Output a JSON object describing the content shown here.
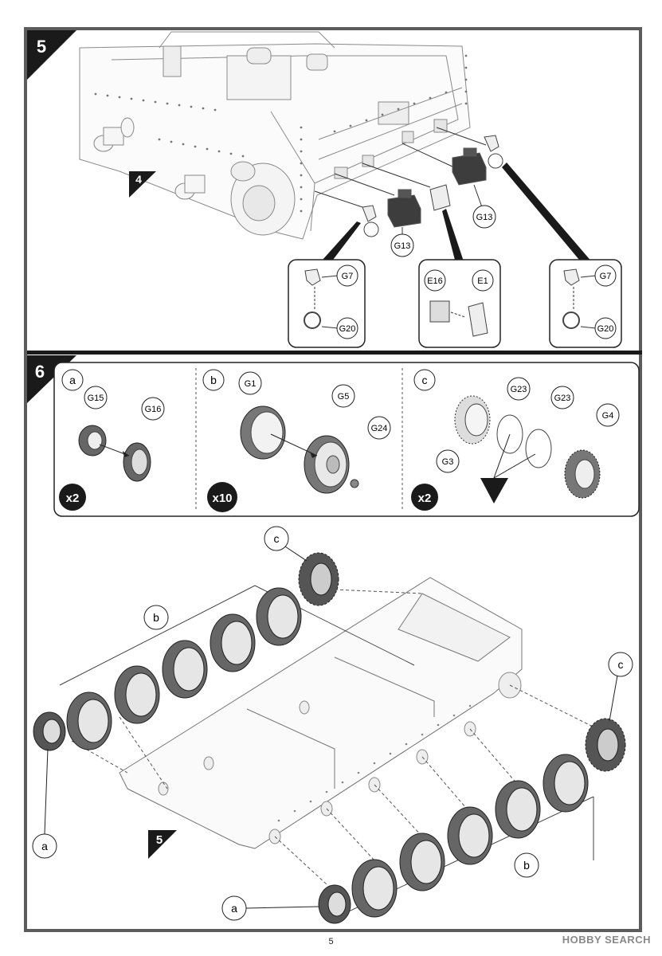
{
  "page_number": "5",
  "watermark": {
    "brand": "HOBBY SEARCH"
  },
  "step5": {
    "step_number": "5",
    "ref_arrow_label": "4",
    "callouts": {
      "g13_left": "G13",
      "g13_right": "G13",
      "left_box": {
        "top": "G7",
        "bottom": "G20"
      },
      "middle_box": {
        "left": "E16",
        "right": "E1"
      },
      "right_box": {
        "top": "G7",
        "bottom": "G20"
      }
    }
  },
  "step6": {
    "step_number": "6",
    "panel_a": {
      "letter": "a",
      "parts": [
        "G15",
        "G16"
      ],
      "multiplier": "x2"
    },
    "panel_b": {
      "letter": "b",
      "parts": [
        "G1",
        "G5",
        "G24"
      ],
      "multiplier": "x10"
    },
    "panel_c": {
      "letter": "c",
      "parts": [
        "G23",
        "G23",
        "G4",
        "G3"
      ],
      "multiplier": "x2"
    },
    "hull_labels": {
      "c_top": "c",
      "b_top": "b",
      "c_right": "c",
      "a_left": "a",
      "a_bottom": "a",
      "b_bottom": "b",
      "ref_arrow": "5"
    }
  }
}
